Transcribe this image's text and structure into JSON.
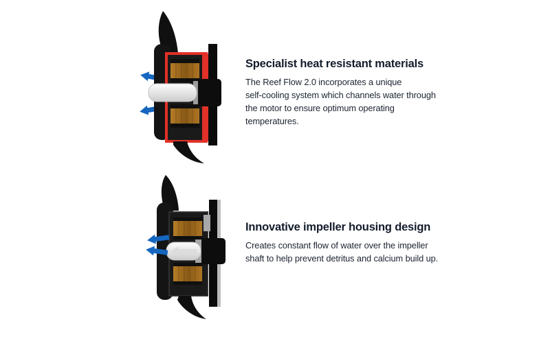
{
  "sections": [
    {
      "id": "heat-materials",
      "heading": "Specialist heat resistant materials",
      "body": "The Reef Flow 2.0 incorporates a unique\nself-cooling system which channels water through\nthe motor to ensure optimum operating\ntemperatures."
    },
    {
      "id": "impeller-housing",
      "heading": "Innovative impeller housing design",
      "body": "Creates constant flow of water over the impeller\nshaft to help prevent detritus and calcium build up."
    }
  ],
  "figures": [
    {
      "id": "pump-heat",
      "alt": "Pump motor cross-section with heat resistant parts highlighted in red and blue water-flow arrows"
    },
    {
      "id": "pump-impeller",
      "alt": "Pump motor cross-section showing water flowing out over the impeller shaft with blue arrows"
    }
  ],
  "colors": {
    "background": "#ffffff",
    "heading_text": "#141c2b",
    "body_text": "#1b2330",
    "flow_arrow_blue": "#1566c0",
    "heat_highlight_red": "#e23128",
    "coil_copper": "#9a681e",
    "housing_black": "#101010",
    "shaft_white": "#f2f2f2",
    "plate_gray": "#bdbdbd"
  }
}
